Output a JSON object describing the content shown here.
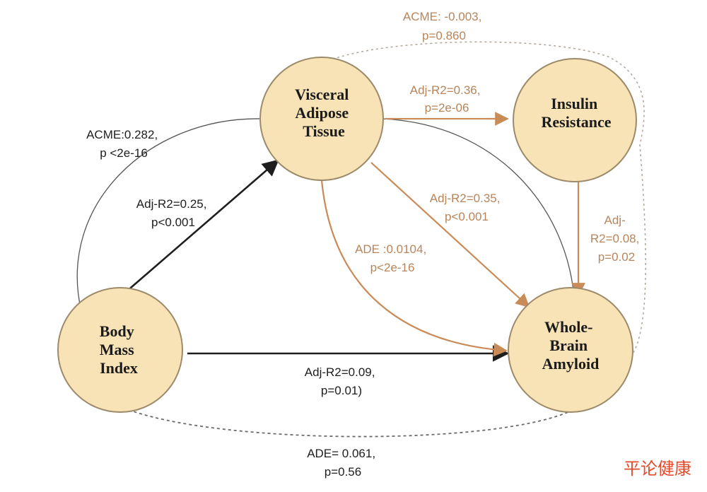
{
  "colors": {
    "node_fill": "#f7e3b6",
    "node_stroke": "#9c8a6a",
    "dark": "#1e1e1e",
    "gray": "#555555",
    "orange": "#c98b58"
  },
  "nodes": {
    "vat": [
      "Visceral",
      "Adipose",
      "Tissue"
    ],
    "ir": [
      "Insulin",
      "Resistance"
    ],
    "bmi": [
      "Body",
      "Mass",
      "Index"
    ],
    "wba": [
      "Whole-",
      "Brain",
      "Amyloid"
    ]
  },
  "labels": {
    "acme_top": [
      "ACME: -0.003,",
      "p=0.860"
    ],
    "vat_ir": [
      "Adj-R2=0.36,",
      "p=2e-06"
    ],
    "acme_left": [
      "ACME:0.282,",
      "p <2e-16"
    ],
    "bmi_vat": [
      "Adj-R2=0.25,",
      "p<0.001"
    ],
    "vat_wba": [
      "Adj-R2=0.35,",
      "p<0.001"
    ],
    "ade_mid": [
      "ADE :0.0104,",
      "p<2e-16"
    ],
    "ir_wba": [
      "Adj-",
      "R2=0.08,",
      "p=0.02"
    ],
    "bmi_wba": [
      "Adj-R2=0.09,",
      "p=0.01)"
    ],
    "ade_bottom": [
      "ADE= 0.061,",
      "p=0.56"
    ]
  },
  "watermark": "平论健康"
}
